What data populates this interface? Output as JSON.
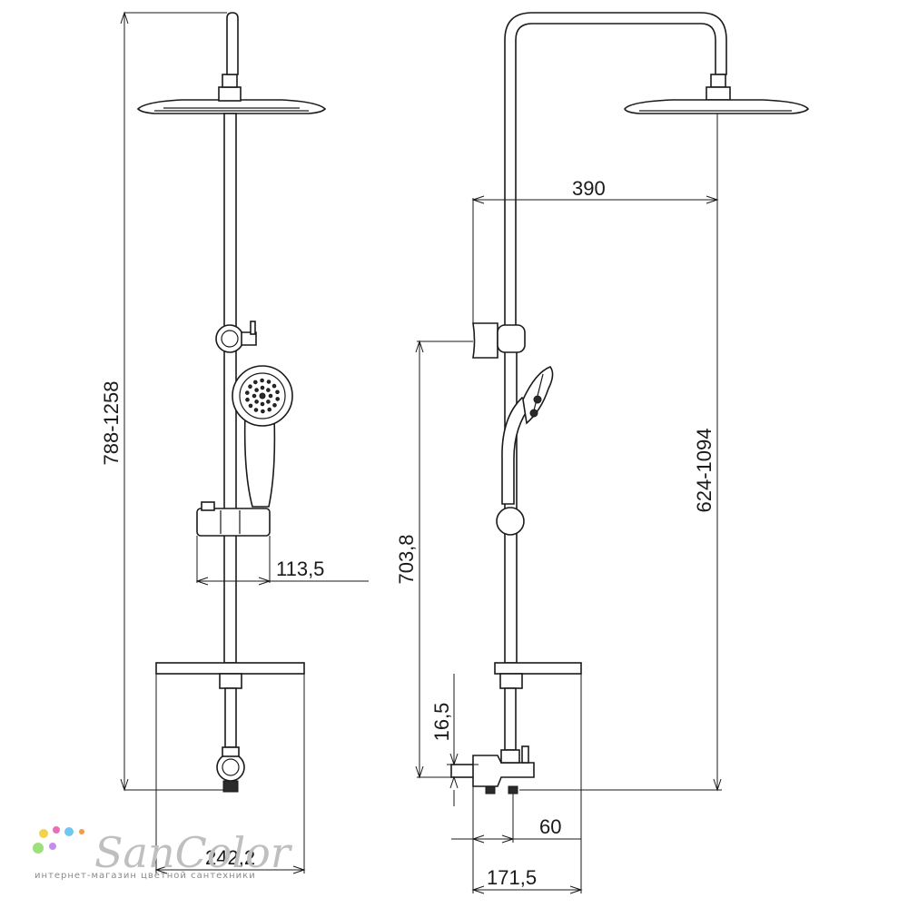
{
  "dimensions": {
    "total_height_front": "788-1258",
    "holder_depth": "113,5",
    "bottom_width": "242,2",
    "arm_length": "390",
    "holder_height": "703,8",
    "mixer_offset": "16,5",
    "head_height": "624-1094",
    "outlet_spacing": "60",
    "total_depth": "171,5"
  },
  "logo": {
    "brand": "SanColor",
    "tagline": "интернет-магазин цветной сантехники",
    "dot_colors": [
      "#f2d34a",
      "#e86fb4",
      "#6fc7f2",
      "#9be07a",
      "#c48cf0",
      "#f29b4a"
    ]
  }
}
